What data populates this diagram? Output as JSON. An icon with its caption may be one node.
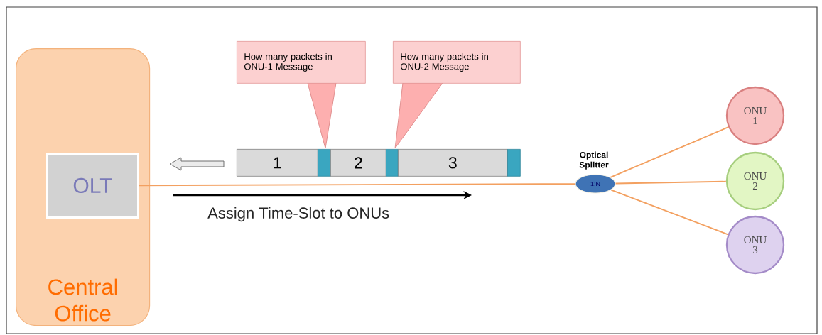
{
  "diagram": {
    "nodes": [
      {
        "text": [
          "Central Office"
        ]
      },
      {
        "text": [
          "OLT"
        ],
        "in": 0
      },
      {
        "text": [
          "How many packets in ONU-1 Message"
        ]
      },
      {
        "text": [
          "How many packets in ONU-2 Message"
        ]
      },
      {
        "text": [
          "1"
        ]
      },
      {
        "text": [],
        "shape": "bar"
      },
      {
        "text": [
          "2"
        ]
      },
      {
        "text": [],
        "shape": "bar"
      },
      {
        "text": [
          "3"
        ]
      },
      {
        "text": [],
        "shape": "bar"
      },
      {
        "text": [
          "1:N"
        ],
        "beside": [
          "Optical Splitter"
        ]
      },
      {
        "text": [
          "ONU 1"
        ]
      },
      {
        "text": [
          "ONU 2"
        ]
      },
      {
        "text": [
          "ONU 3"
        ]
      }
    ],
    "edges": [
      {
        "from": 1,
        "to": 10,
        "arrow": "none"
      },
      {
        "from": 10,
        "to": 11,
        "arrow": "none"
      },
      {
        "from": 10,
        "to": 12,
        "arrow": "none"
      },
      {
        "from": 10,
        "to": 13,
        "arrow": "none"
      }
    ],
    "labels": [
      "Assign Time-Slot to ONUs"
    ]
  }
}
